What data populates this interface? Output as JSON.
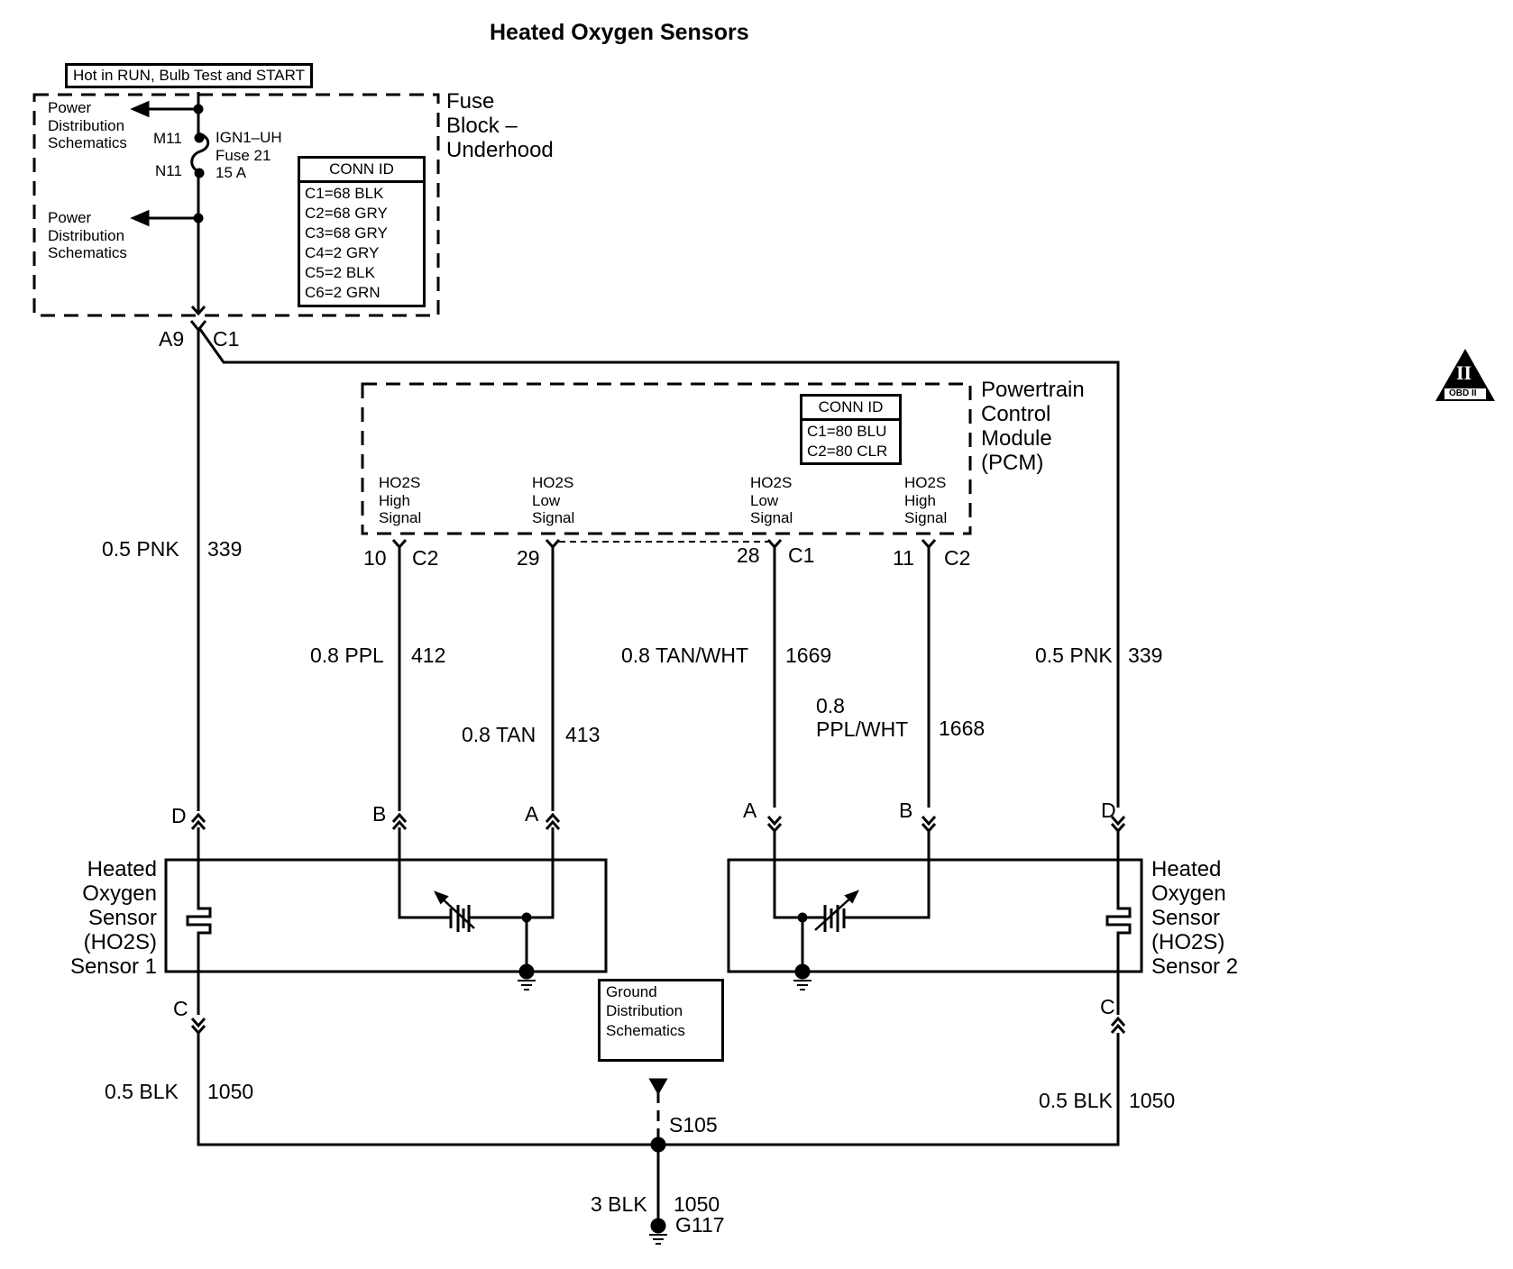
{
  "title": "Heated Oxygen Sensors",
  "fuse_block": {
    "hot_in": "Hot in RUN, Bulb Test and START",
    "name_lines": [
      "Fuse",
      "Block –",
      "Underhood"
    ],
    "power_dist_top": [
      "Power",
      "Distribution",
      "Schematics"
    ],
    "power_dist_bottom": [
      "Power",
      "Distribution",
      "Schematics"
    ],
    "fuse_pin_top": "M11",
    "fuse_pin_bottom": "N11",
    "fuse_lines": [
      "IGN1–UH",
      "Fuse 21",
      "15 A"
    ],
    "conn_id": {
      "header": "CONN ID",
      "rows": [
        "C1=68 BLK",
        "C2=68 GRY",
        "C3=68 GRY",
        "C4=2 GRY",
        "C5=2 BLK",
        "C6=2 GRN"
      ]
    },
    "out_pin": "A9",
    "out_conn": "C1"
  },
  "pcm": {
    "name_lines": [
      "Powertrain",
      "Control",
      "Module",
      "(PCM)"
    ],
    "conn_id": {
      "header": "CONN ID",
      "rows": [
        "C1=80 BLU",
        "C2=80 CLR"
      ]
    },
    "terminals": [
      {
        "lines": [
          "HO2S",
          "High",
          "Signal"
        ],
        "pin": "10",
        "conn": "C2"
      },
      {
        "lines": [
          "HO2S",
          "Low",
          "Signal"
        ],
        "pin": "29",
        "conn": ""
      },
      {
        "lines": [
          "HO2S",
          "Low",
          "Signal"
        ],
        "pin": "28",
        "conn": "C1"
      },
      {
        "lines": [
          "HO2S",
          "High",
          "Signal"
        ],
        "pin": "11",
        "conn": "C2"
      }
    ]
  },
  "wires": [
    {
      "id": "w339-left",
      "size_color": "0.5 PNK",
      "circuit": "339"
    },
    {
      "id": "w412",
      "size_color": "0.8 PPL",
      "circuit": "412"
    },
    {
      "id": "w413",
      "size_color": "0.8 TAN",
      "circuit": "413"
    },
    {
      "id": "w1669",
      "size_color": "0.8 TAN/WHT",
      "circuit": "1669"
    },
    {
      "id": "w1668",
      "size_color_lines": [
        "0.8",
        "PPL/WHT"
      ],
      "circuit": "1668"
    },
    {
      "id": "w339-right",
      "size_color": "0.5 PNK",
      "circuit": "339"
    },
    {
      "id": "w1050-left",
      "size_color": "0.5 BLK",
      "circuit": "1050"
    },
    {
      "id": "w1050-right",
      "size_color": "0.5 BLK",
      "circuit": "1050"
    },
    {
      "id": "w1050-ground",
      "size_color": "3 BLK",
      "circuit": "1050"
    }
  ],
  "sensor1": {
    "name_lines": [
      "Heated",
      "Oxygen",
      "Sensor",
      "(HO2S)",
      "Sensor 1"
    ],
    "pins": {
      "heater_top": "D",
      "signal_high": "B",
      "signal_low": "A",
      "heater_bottom": "C"
    }
  },
  "sensor2": {
    "name_lines": [
      "Heated",
      "Oxygen",
      "Sensor",
      "(HO2S)",
      "Sensor 2"
    ],
    "pins": {
      "signal_low": "A",
      "signal_high": "B",
      "heater_top": "D",
      "heater_bottom": "C"
    }
  },
  "ground": {
    "dist_lines": [
      "Ground",
      "Distribution",
      "Schematics"
    ],
    "splice": "S105",
    "ground_point": "G117"
  },
  "badge": {
    "numeral": "II",
    "label": "OBD II"
  }
}
